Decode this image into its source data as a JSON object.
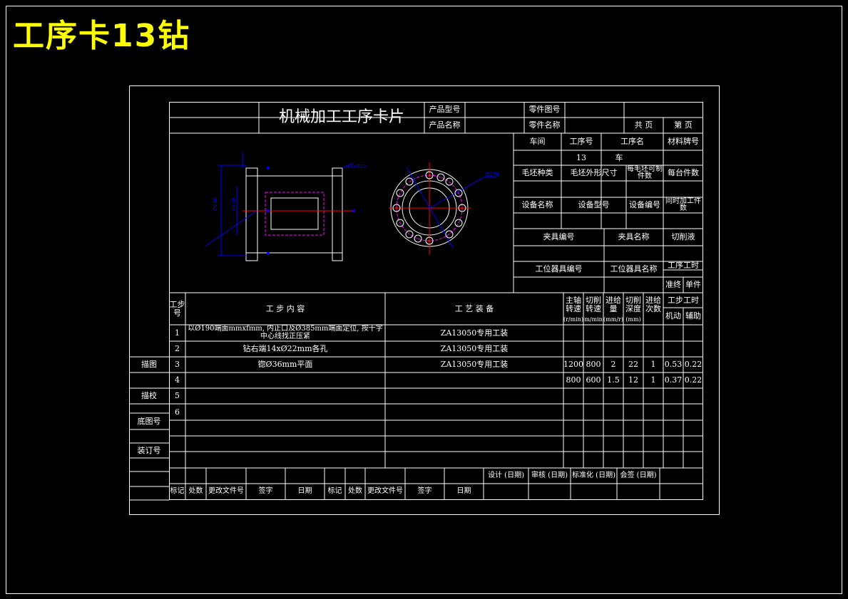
{
  "sheet_title": "工序卡13钻",
  "card_title": "机械加工工序卡片",
  "header": {
    "product_model": "产品型号",
    "product_name": "产品名称",
    "part_drawing_no": "零件图号",
    "part_name": "零件名称",
    "total_pages": "共  页",
    "page_no": "第  页"
  },
  "info": {
    "workshop": "车间",
    "process_no": "工序号",
    "process_name": "工序名",
    "material_grade": "材料牌号",
    "process_no_value": "13",
    "process_name_value": "车",
    "blank_type": "毛坯种类",
    "blank_size": "毛坯外形尺寸",
    "blank_count": "每毛坯可制件数",
    "parts_per_unit": "每台件数",
    "equipment_name": "设备名称",
    "equipment_model": "设备型号",
    "equipment_no": "设备编号",
    "simultaneous": "同时加工件数",
    "fixture_no": "夹具编号",
    "fixture_name": "夹具名称",
    "coolant": "切削液",
    "station_tool_no": "工位器具编号",
    "station_tool_name": "工位器具名称",
    "process_time": "工序工时",
    "prep_end": "准终",
    "unit_time": "单件"
  },
  "drawing": {
    "dim_left": "Ø236",
    "dim_bore": "Ø150",
    "dim_note": "14xØ22",
    "dim_circle": "Ø270"
  },
  "steps_header": {
    "step_no": "工步号",
    "content": "工    步    内    容",
    "equipment": "工    艺    装    备",
    "spindle_speed": "主轴转速",
    "cutting_speed": "切削转速",
    "feed": "进给量",
    "depth": "切削深度",
    "passes": "进给次数",
    "step_time": "工步工时",
    "machine": "机动",
    "aux": "辅助",
    "unit_speed": "(r/min)",
    "unit_cut": "(m/min)",
    "unit_feed": "(mm/r)",
    "unit_depth": "(mm)"
  },
  "steps": [
    {
      "no": "1",
      "content": "以Ø190端面mmxfmm, 内止口及Ø385mm端面定位, 按十字中心线找正压紧",
      "equipment": "ZA13050专用工装",
      "speed": "",
      "cut": "",
      "feed": "",
      "depth": "",
      "passes": "",
      "machine": "",
      "aux": ""
    },
    {
      "no": "2",
      "content": "钻右端14xØ22mm各孔",
      "equipment": "ZA13050专用工装",
      "speed": "",
      "cut": "",
      "feed": "",
      "depth": "",
      "passes": "",
      "machine": "",
      "aux": ""
    },
    {
      "no": "3",
      "content": "锪Ø36mm平面",
      "equipment": "ZA13050专用工装",
      "speed": "1200",
      "cut": "800",
      "feed": "2",
      "depth": "22",
      "passes": "1",
      "machine": "0.53",
      "aux": "0.22"
    },
    {
      "no": "4",
      "content": "",
      "equipment": "",
      "speed": "800",
      "cut": "600",
      "feed": "1.5",
      "depth": "12",
      "passes": "1",
      "machine": "0.37",
      "aux": "0.22"
    },
    {
      "no": "5",
      "content": "",
      "equipment": "",
      "speed": "",
      "cut": "",
      "feed": "",
      "depth": "",
      "passes": "",
      "machine": "",
      "aux": ""
    },
    {
      "no": "6",
      "content": "",
      "equipment": "",
      "speed": "",
      "cut": "",
      "feed": "",
      "depth": "",
      "passes": "",
      "machine": "",
      "aux": ""
    }
  ],
  "side_labels": {
    "draw": "描图",
    "check": "描校",
    "base_no": "底图号",
    "binding_no": "装订号"
  },
  "footer": {
    "design": "设计 (日期)",
    "review": "审核 (日期)",
    "standard": "标准化 (日期)",
    "countersign": "会签 (日期)",
    "mark": "标记",
    "count": "处数",
    "change_doc": "更改文件号",
    "sign": "签字",
    "date": "日期",
    "mark2": "标记",
    "count2": "处数",
    "change_doc2": "更改文件号",
    "sign2": "签字",
    "date2": "日期"
  },
  "colors": {
    "title": "#ffff00",
    "line": "#ffffff",
    "drawing_blue": "#0000ff",
    "drawing_magenta": "#ff00ff",
    "drawing_red": "#ff0000"
  }
}
